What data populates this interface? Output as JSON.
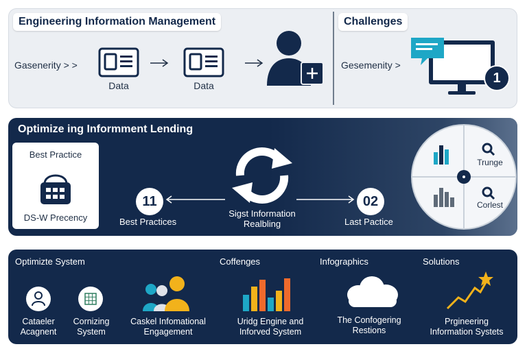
{
  "top": {
    "title": "Engineering Information Management",
    "flow": {
      "start_label": "Gasenerity",
      "start_arrows": "> >",
      "step1_label": "Data",
      "step2_label": "Data"
    },
    "challenges": {
      "title": "Challenges",
      "label": "Gesemenity",
      "label_arrow": ">",
      "badge": "1"
    }
  },
  "middle": {
    "title": "Optimize ing Informment Lending",
    "card": {
      "title": "Best Practice",
      "caption": "DS-W Precency"
    },
    "left_step": {
      "number": "11",
      "label": "Best Practices"
    },
    "center_label_line1": "Sigst Information",
    "center_label_line2": "Realbling",
    "right_step": {
      "number": "02",
      "label": "Last Pactice"
    },
    "circle": {
      "q1_label": "Trunge",
      "q2_label": "Corlest"
    }
  },
  "bottom": {
    "headers": {
      "optimize": "Optimizte System",
      "challenges": "Coffenges",
      "infographics": "Infographics",
      "solutions": "Solutions"
    },
    "items": [
      {
        "line1": "Cataeler",
        "line2": "Acagnent"
      },
      {
        "line1": "Cornizing",
        "line2": "System"
      },
      {
        "line1": "Caskel Infomational",
        "line2": "Engagement"
      },
      {
        "line1": "Uridg Engine and",
        "line2": "Inforved System"
      },
      {
        "line1": "The Confogering",
        "line2": "Restions"
      },
      {
        "line1": "Prgineering",
        "line2": "Information Systets"
      }
    ]
  },
  "colors": {
    "navy": "#13294b",
    "panel_light": "#eceff3",
    "teal": "#1ea7c6",
    "gold": "#f2b21b",
    "orange": "#ef6a2c",
    "slate": "#5f6b79"
  }
}
